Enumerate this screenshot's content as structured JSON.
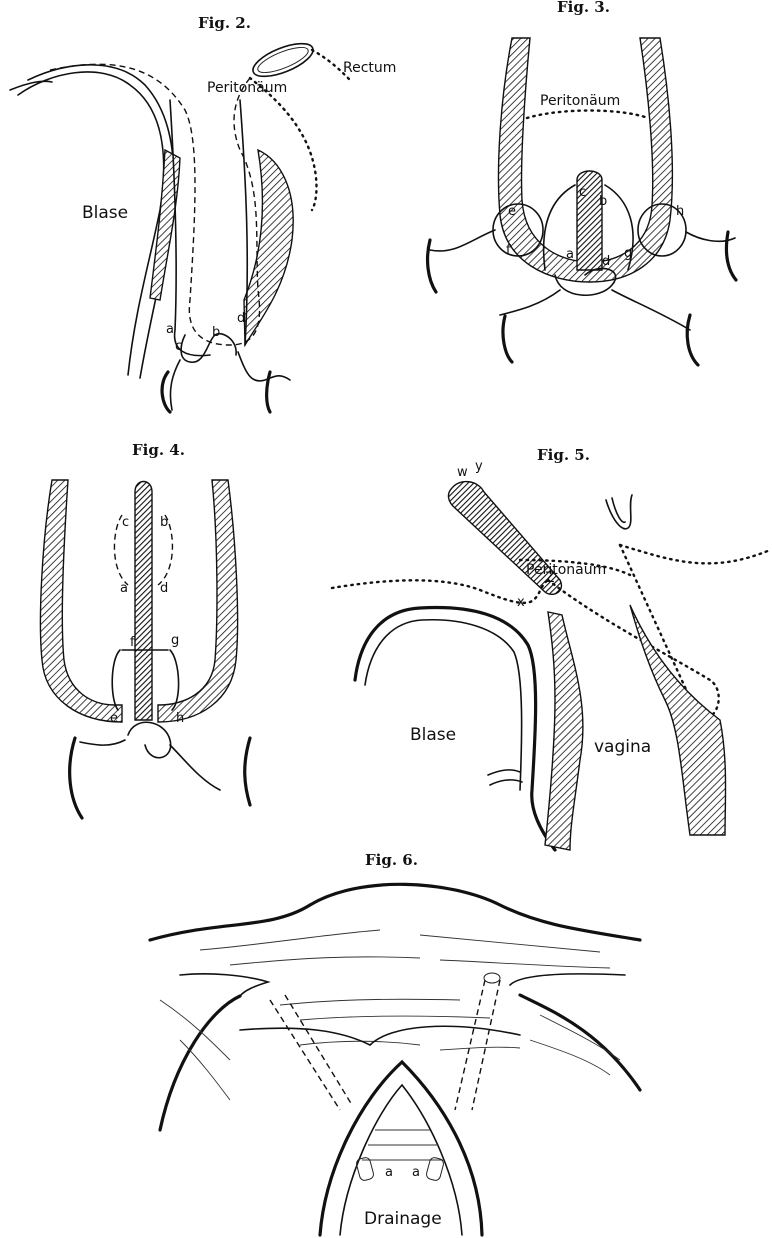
{
  "figures": {
    "fig2": {
      "title": "Fig. 2.",
      "labels": {
        "peritoneum": "Peritonäum",
        "rectum": "Rectum",
        "bladder": "Blase",
        "a": "a",
        "b": "b",
        "c": "c",
        "d": "d"
      }
    },
    "fig3": {
      "title": "Fig. 3.",
      "labels": {
        "peritoneum": "Peritonäum",
        "a": "a",
        "b": "b",
        "c": "c",
        "d": "d",
        "e": "e",
        "f": "f",
        "g": "g",
        "h": "h"
      }
    },
    "fig4": {
      "title": "Fig. 4.",
      "labels": {
        "a": "a",
        "b": "b",
        "c": "c",
        "d": "d",
        "e": "e",
        "f": "f",
        "g": "g",
        "h": "h"
      }
    },
    "fig5": {
      "title": "Fig. 5.",
      "labels": {
        "peritoneum": "Peritonäum",
        "bladder": "Blase",
        "vagina": "vagina",
        "w": "w",
        "x": "x",
        "y": "y",
        "z": "Z"
      }
    },
    "fig6": {
      "title": "Fig. 6.",
      "labels": {
        "drainage": "Drainage",
        "a1": "a",
        "a2": "a"
      }
    }
  }
}
